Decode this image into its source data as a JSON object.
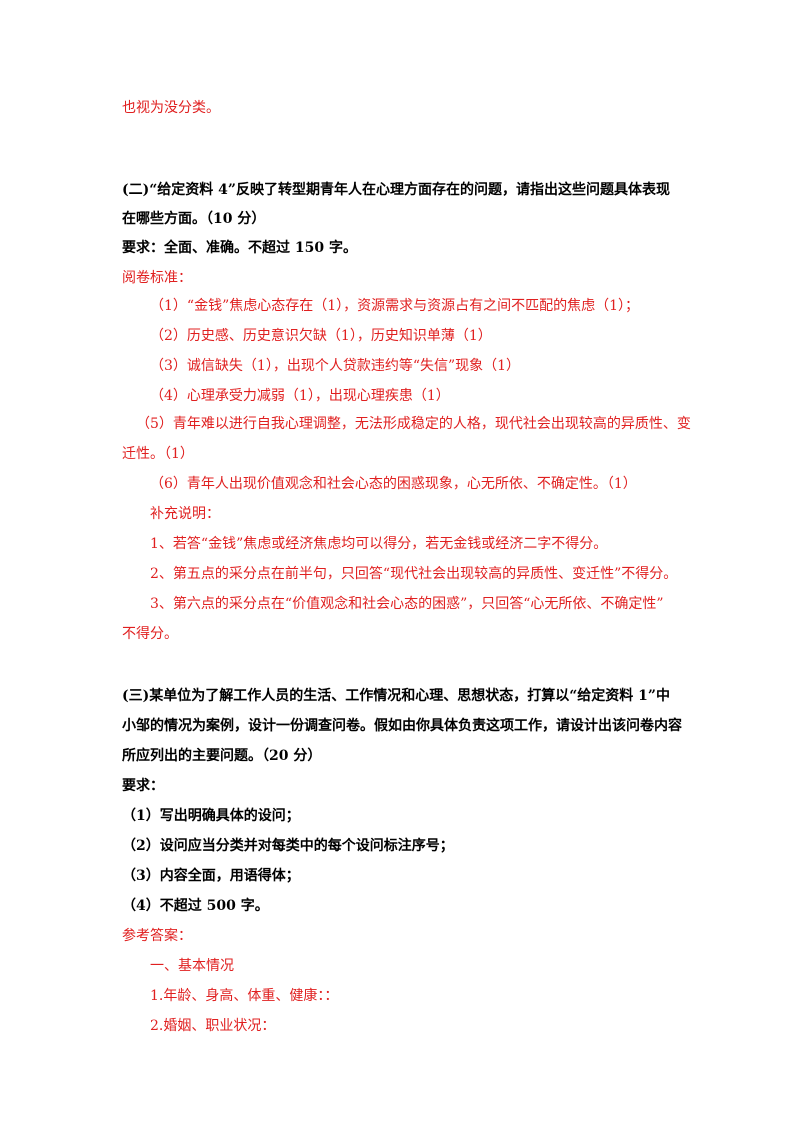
{
  "colors": {
    "answer_red": "#e02020",
    "text": "#000000"
  },
  "lines": {
    "l00": "也视为没分类。",
    "l01": "(二)“给定资料 4”反映了转型期青年人在心理方面存在的问题，请指出这些问题具体表现",
    "l02": "在哪些方面。（10 分）",
    "l03": "要求：全面、准确。不超过 150 字。",
    "l04": "阅卷标准：",
    "l05": "（1）“金钱”焦虑心态存在（1），资源需求与资源占有之间不匹配的焦虑（1）；",
    "l06": "（2）历史感、历史意识欠缺（1），历史知识单薄（1）",
    "l07": "（3）诚信缺失（1），出现个人贷款违约等“失信”现象（1）",
    "l08": "（4）心理承受力减弱（1），出现心理疾患（1）",
    "l09": "（5）青年难以进行自我心理调整，无法形成稳定的人格，现代社会出现较高的异质性、变",
    "l10": "迁性。（1）",
    "l11": "（6）青年人出现价值观念和社会心态的困惑现象，心无所依、不确定性。（1）",
    "l12": "补充说明：",
    "l13": "1、若答“金钱”焦虑或经济焦虑均可以得分，若无金钱或经济二字不得分。",
    "l14": "2、第五点的采分点在前半句，只回答“现代社会出现较高的异质性、变迁性”不得分。",
    "l15": "3、第六点的采分点在“价值观念和社会心态的困惑”，只回答“心无所依、不确定性”",
    "l16": "不得分。",
    "l17": "(三)某单位为了解工作人员的生活、工作情况和心理、思想状态，打算以“给定资料 1”中",
    "l18": "小邹的情况为案例，设计一份调查问卷。假如由你具体负责这项工作，请设计出该问卷内容",
    "l19": "所应列出的主要问题。（20 分）",
    "l20": "要求：",
    "l21": "（1）写出明确具体的设问；",
    "l22": "（2）设问应当分类并对每类中的每个设问标注序号；",
    "l23": "（3）内容全面，用语得体；",
    "l24": "（4）不超过 500 字。",
    "l25": "参考答案：",
    "l26": "一、基本情况",
    "l27": "1.年龄、身高、体重、健康：：",
    "l28": "2.婚姻、职业状况："
  }
}
